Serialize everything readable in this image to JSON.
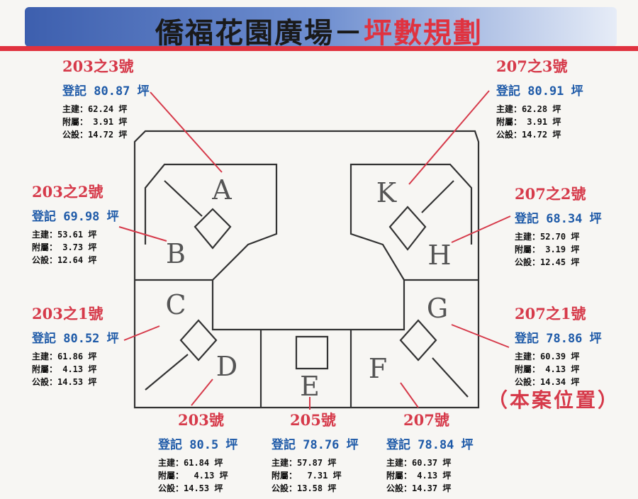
{
  "title": {
    "main": "僑福花園廣場－",
    "accent": "坪數規劃"
  },
  "location_note": "（本案位置）",
  "colors": {
    "red": "#d63a4a",
    "blue": "#1e5aa8",
    "header": "#3d5fae"
  },
  "units": [
    {
      "id": "u2033",
      "number": "203之3號",
      "registered": "登記 80.87 坪",
      "main": "主建：62.24 坪",
      "attached": "附屬： 3.91 坪",
      "common": "公設：14.72 坪",
      "letter": "A"
    },
    {
      "id": "u2073",
      "number": "207之3號",
      "registered": "登記 80.91 坪",
      "main": "主建：62.28 坪",
      "attached": "附屬： 3.91 坪",
      "common": "公設：14.72 坪",
      "letter": "K"
    },
    {
      "id": "u2032",
      "number": "203之2號",
      "registered": "登記 69.98 坪",
      "main": "主建：53.61 坪",
      "attached": "附屬： 3.73 坪",
      "common": "公設：12.64 坪",
      "letter": "B"
    },
    {
      "id": "u2072",
      "number": "207之2號",
      "registered": "登記 68.34 坪",
      "main": "主建：52.70 坪",
      "attached": "附屬： 3.19 坪",
      "common": "公設：12.45 坪",
      "letter": "H"
    },
    {
      "id": "u2031",
      "number": "203之1號",
      "registered": "登記 80.52 坪",
      "main": "主建：61.86 坪",
      "attached": "附屬： 4.13 坪",
      "common": "公設：14.53 坪",
      "letter": "C"
    },
    {
      "id": "u2071",
      "number": "207之1號",
      "registered": "登記 78.86 坪",
      "main": "主建：60.39 坪",
      "attached": "附屬： 4.13 坪",
      "common": "公設：14.34 坪",
      "letter": "G"
    },
    {
      "id": "u203",
      "number": "203號",
      "registered": "登記 80.5 坪",
      "main": "主建：61.84 坪",
      "attached": "附屬：  4.13 坪",
      "common": "公設：14.53 坪",
      "letter": "D"
    },
    {
      "id": "u205",
      "number": "205號",
      "registered": "登記 78.76 坪",
      "main": "主建：57.87 坪",
      "attached": "附屬：  7.31 坪",
      "common": "公設：13.58 坪",
      "letter": "E"
    },
    {
      "id": "u207",
      "number": "207號",
      "registered": "登記 78.84 坪",
      "main": "主建：60.37 坪",
      "attached": "附屬： 4.13 坪",
      "common": "公設：14.37 坪",
      "letter": "F"
    }
  ]
}
